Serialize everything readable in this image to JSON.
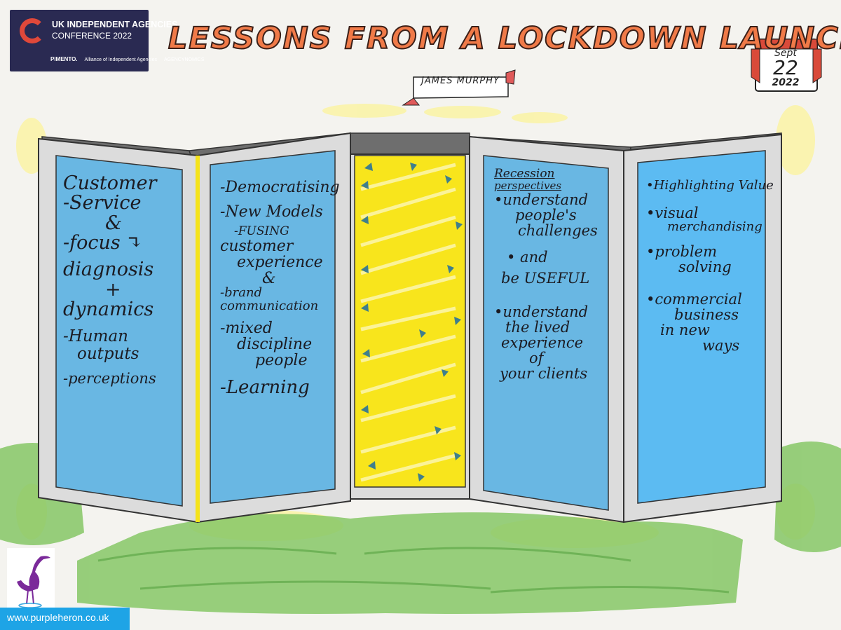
{
  "header": {
    "title": "LESSONS FROM A LOCKDOWN LAUNCH",
    "speaker": "JAMES MURPHY"
  },
  "logo": {
    "line1": "UK INDEPENDENT AGENCIES",
    "line2": "CONFERENCE 2022",
    "partner1": "PIMENTO.",
    "partner2": "Alliance of Independent Agencies",
    "partner3": "AGENCYNOMICS"
  },
  "calendar": {
    "month": "Sept",
    "day": "22",
    "year": "2022"
  },
  "panels": [
    {
      "lines": [
        "Customer",
        "-Service",
        "&",
        "-focus ↴",
        "diagnosis",
        "+",
        "dynamics",
        "-Human",
        "outputs",
        "-perceptions"
      ]
    },
    {
      "lines": [
        "-Democratising",
        "-New Models",
        "-FUSING",
        "customer",
        "experience",
        "&",
        "-brand",
        "communication",
        "-mixed",
        "discipline",
        "people",
        "-Learning"
      ]
    },
    {
      "lines": [
        "Recession",
        "perspectives",
        "•understand",
        "people's",
        "challenges",
        "• and",
        "be USEFUL",
        "•understand",
        "the lived",
        "experience",
        "of",
        "your clients"
      ]
    },
    {
      "lines": [
        "•Highlighting Value",
        "•visual",
        "merchandising",
        "•problem",
        "solving",
        "•commercial",
        "business",
        "in new",
        "ways"
      ]
    }
  ],
  "footer": {
    "url": "www.purpleheron.co.uk"
  },
  "colors": {
    "panel_blue": "#66bcea",
    "panel_yellow": "#f8e51c",
    "frame_grey": "#d8d8d8",
    "title_orange": "#f07a48",
    "grass_green": "#79c25a",
    "url_blue": "#1ea4e6"
  }
}
